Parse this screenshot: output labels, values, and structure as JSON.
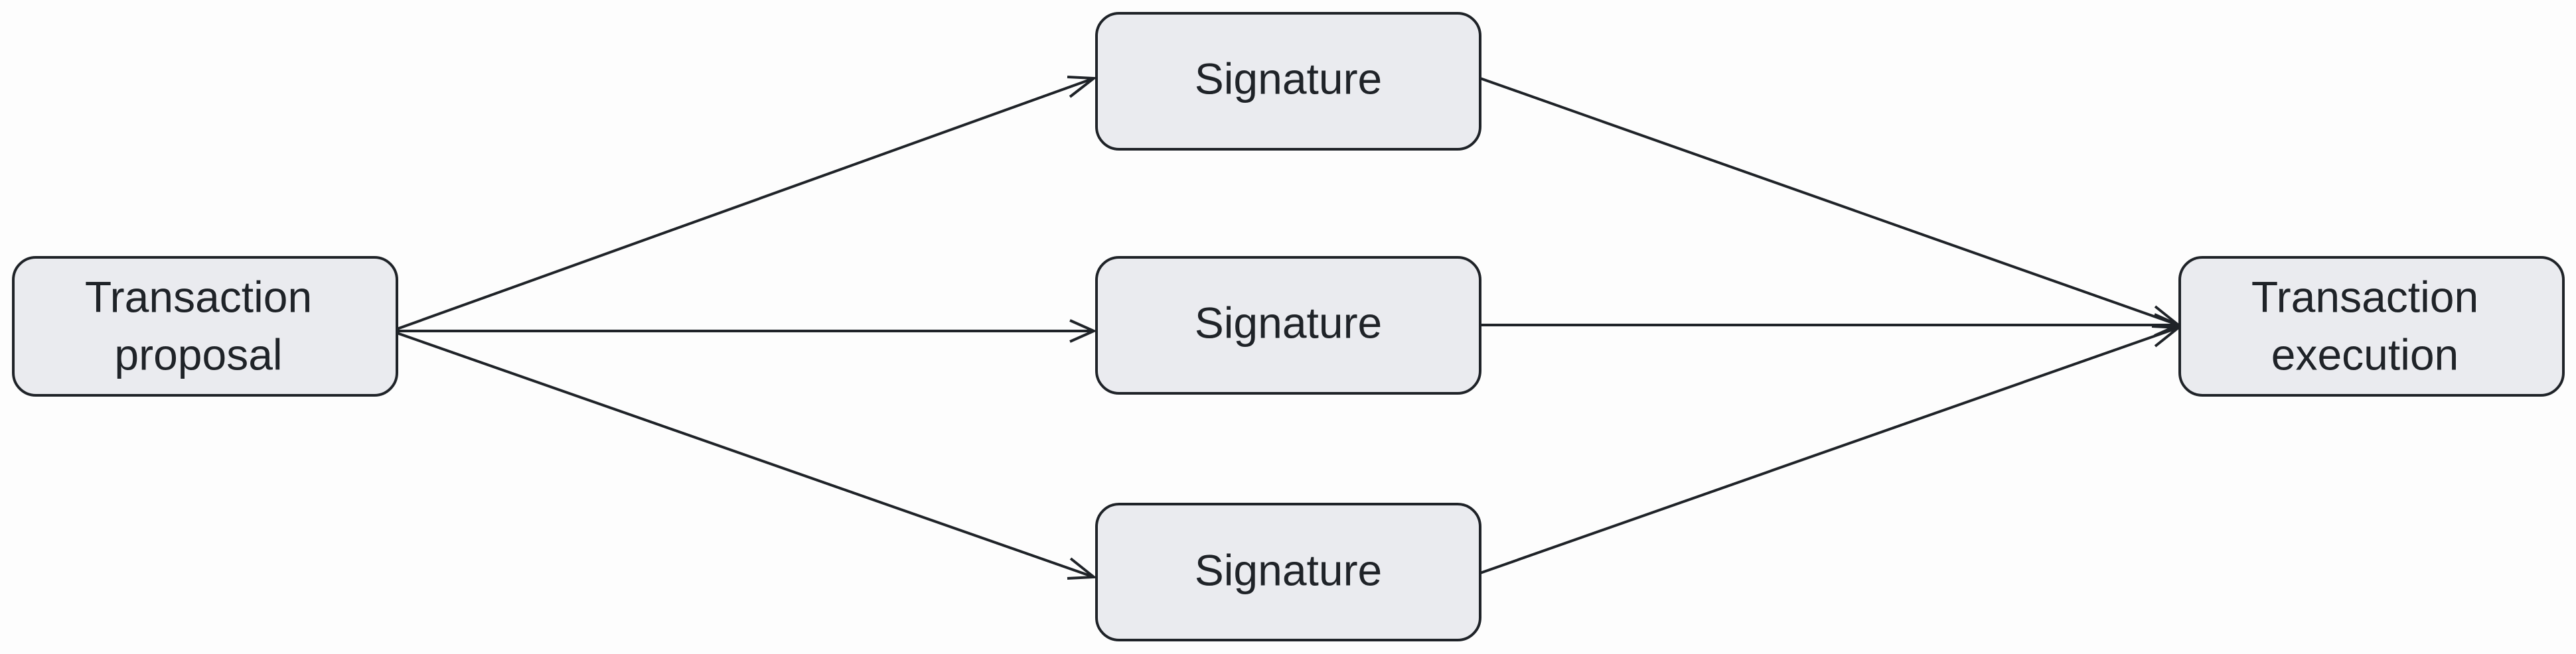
{
  "diagram": {
    "nodes": {
      "proposal": {
        "line1": "Transaction",
        "line2": "proposal"
      },
      "signature_top": {
        "label": "Signature"
      },
      "signature_middle": {
        "label": "Signature"
      },
      "signature_bottom": {
        "label": "Signature"
      },
      "execution": {
        "line1": "Transaction",
        "line2": "execution"
      }
    },
    "edges": [
      {
        "from": "proposal",
        "to": "signature_top"
      },
      {
        "from": "proposal",
        "to": "signature_middle"
      },
      {
        "from": "proposal",
        "to": "signature_bottom"
      },
      {
        "from": "signature_top",
        "to": "execution"
      },
      {
        "from": "signature_middle",
        "to": "execution"
      },
      {
        "from": "signature_bottom",
        "to": "execution"
      }
    ],
    "colors": {
      "node_fill": "#eaebef",
      "stroke": "#1f2328",
      "text": "#1f2328",
      "background": "#fdfdfd"
    }
  }
}
